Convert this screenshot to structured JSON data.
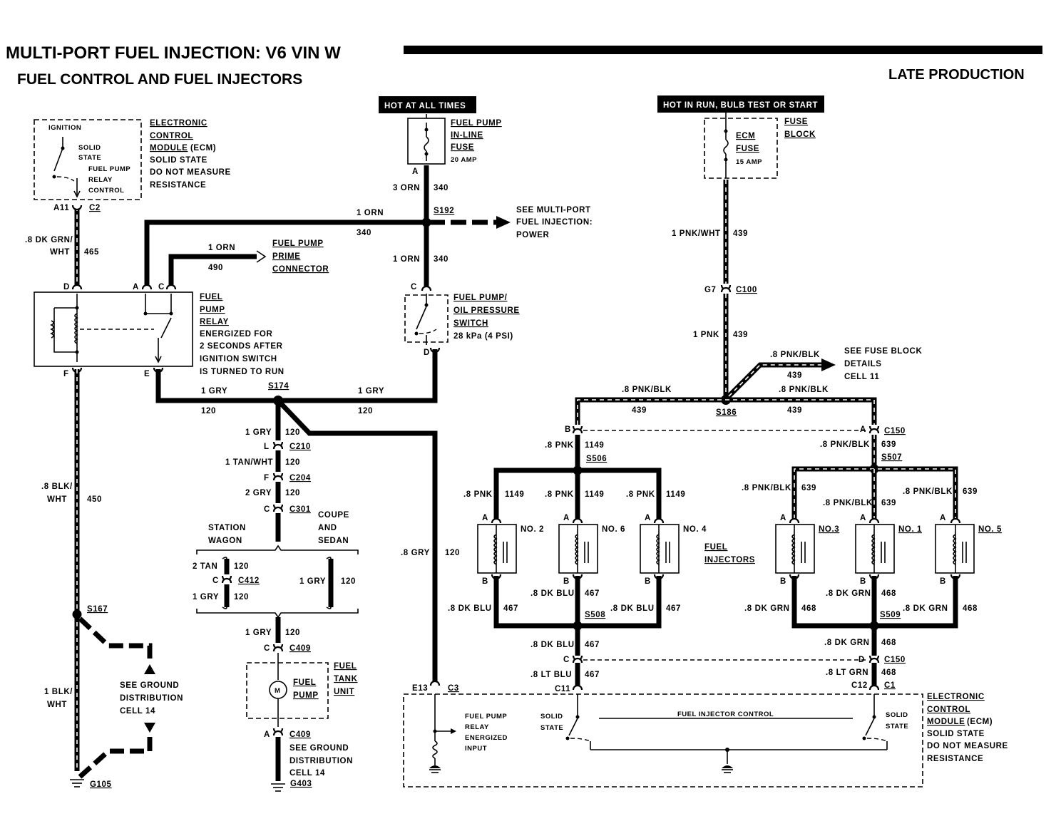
{
  "header": {
    "title": "MULTI-PORT FUEL INJECTION: V6 VIN W",
    "subtitle": "FUEL CONTROL AND FUEL INJECTORS",
    "production": "LATE PRODUCTION"
  },
  "power": {
    "hot_all_times": "HOT AT ALL TIMES",
    "hot_run": "HOT IN RUN, BULB TEST OR START"
  },
  "fuses": {
    "inline_l1": "FUEL PUMP",
    "inline_l2": "IN-LINE",
    "inline_l3": "FUSE",
    "inline_amp": "20 AMP",
    "inline_pin": "A",
    "ecm_l1": "ECM",
    "ecm_l2": "FUSE",
    "ecm_amp": "15 AMP",
    "block_l1": "FUSE",
    "block_l2": "BLOCK"
  },
  "ecm_top": {
    "ignition": "IGNITION",
    "solid": "SOLID",
    "state": "STATE",
    "fp_l1": "FUEL PUMP",
    "fp_l2": "RELAY",
    "fp_l3": "CONTROL",
    "l1": "ELECTRONIC",
    "l2": "CONTROL",
    "l3": "MODULE",
    "l3b": "(ECM)",
    "l4": "SOLID STATE",
    "l5": "DO NOT MEASURE",
    "l6": "RESISTANCE",
    "pin": "A11",
    "conn": "C2"
  },
  "wires": {
    "w465a": ".8 DK GRN/",
    "w465b": "WHT",
    "c465": "465",
    "orn1": "1 ORN",
    "c340": "340",
    "orn3": "3 ORN",
    "s192": "S192",
    "see_mpfi_l1": "SEE MULTI-PORT",
    "see_mpfi_l2": "FUEL INJECTION:",
    "see_mpfi_l3": "POWER",
    "c490": "490",
    "prime_l1": "FUEL PUMP",
    "prime_l2": "PRIME",
    "prime_l3": "CONNECTOR",
    "gry1": "1 GRY",
    "c120": "120",
    "s174": "S174",
    "gry8": ".8 GRY",
    "tanwht": "1 TAN/WHT",
    "gry2": "2 GRY",
    "tan2": "2 TAN",
    "blkwht8a": ".8 BLK/",
    "blkwht8b": "WHT",
    "c450": "450",
    "blkwht1a": "1 BLK/",
    "blkwht1b": "WHT",
    "s167": "S167",
    "g105": "G105",
    "pnkwht": "1 PNK/WHT",
    "c439": "439",
    "pnk1": "1 PNK",
    "pnkblk": ".8 PNK/BLK",
    "s186": "S186",
    "see_fb_l1": "SEE FUSE BLOCK",
    "see_fb_l2": "DETAILS",
    "see_fb_l3": "CELL 11",
    "pnk8": ".8 PNK",
    "c1149": "1149",
    "c639": "639",
    "s506": "S506",
    "s507": "S507",
    "dkblu": ".8 DK BLU",
    "c467": "467",
    "dkgrn": ".8 DK GRN",
    "c468": "468",
    "s508": "S508",
    "s509": "S509",
    "ltblu": ".8 LT BLU",
    "ltgrn": ".8 LT GRN"
  },
  "connectors": {
    "C2": "C2",
    "C100": "C100",
    "C150": "C150",
    "C210": "C210",
    "C204": "C204",
    "C301": "C301",
    "C412": "C412",
    "C409": "C409",
    "C3": "C3",
    "C11": "C11",
    "C12": "C12",
    "C1": "C1",
    "G7": "G7",
    "E13": "E13",
    "G403": "G403",
    "A": "A",
    "B": "B",
    "C": "C",
    "D": "D",
    "E": "E",
    "F": "F",
    "L": "L"
  },
  "relay": {
    "l1": "FUEL",
    "l2": "PUMP",
    "l3": "RELAY",
    "l4": "ENERGIZED FOR",
    "l5": "2 SECONDS AFTER",
    "l6": "IGNITION SWITCH",
    "l7": "IS TURNED TO RUN"
  },
  "oil_switch": {
    "l1": "FUEL PUMP/",
    "l2": "OIL PRESSURE",
    "l3": "SWITCH",
    "l4": "28 kPa (4 PSI)"
  },
  "body": {
    "station_l1": "STATION",
    "station_l2": "WAGON",
    "coupe_l1": "COUPE",
    "coupe_l2": "AND",
    "coupe_l3": "SEDAN"
  },
  "pump": {
    "m": "M",
    "l1": "FUEL",
    "l2": "PUMP",
    "tank_l1": "FUEL",
    "tank_l2": "TANK",
    "tank_l3": "UNIT"
  },
  "ground": {
    "l1": "SEE GROUND",
    "l2": "DISTRIBUTION",
    "l3": "CELL 14"
  },
  "injectors": {
    "no2": "NO. 2",
    "no6": "NO. 6",
    "no4": "NO. 4",
    "no3": "NO.3",
    "no1": "NO. 1",
    "no5": "NO. 5",
    "l1": "FUEL",
    "l2": "INJECTORS"
  },
  "ecm_bottom": {
    "fp_l1": "FUEL PUMP",
    "fp_l2": "RELAY",
    "fp_l3": "ENERGIZED",
    "fp_l4": "INPUT",
    "solid": "SOLID",
    "state": "STATE",
    "inj_ctrl": "FUEL INJECTOR CONTROL",
    "l1": "ELECTRONIC",
    "l2": "CONTROL",
    "l3": "MODULE",
    "l3b": "(ECM)",
    "l4": "SOLID STATE",
    "l5": "DO NOT MEASURE",
    "l6": "RESISTANCE"
  }
}
